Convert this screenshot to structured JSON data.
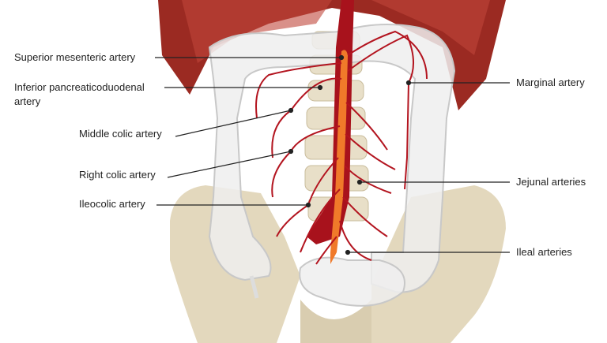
{
  "labels": {
    "superior_mesenteric": "Superior mesenteric artery",
    "inferior_pancreaticoduodenal": "Inferior pancreaticoduodenal artery",
    "middle_colic": "Middle colic artery",
    "right_colic": "Right colic artery",
    "ileocolic": "Ileocolic artery",
    "marginal": "Marginal artery",
    "jejunal": "Jejunal arteries",
    "ileal": "Ileal arteries"
  },
  "colors": {
    "artery": "#b3141f",
    "sma": "#f07a2a",
    "muscle": "#9b2a22",
    "bone": "#e6dcc4",
    "colon": "#eeeeee"
  }
}
